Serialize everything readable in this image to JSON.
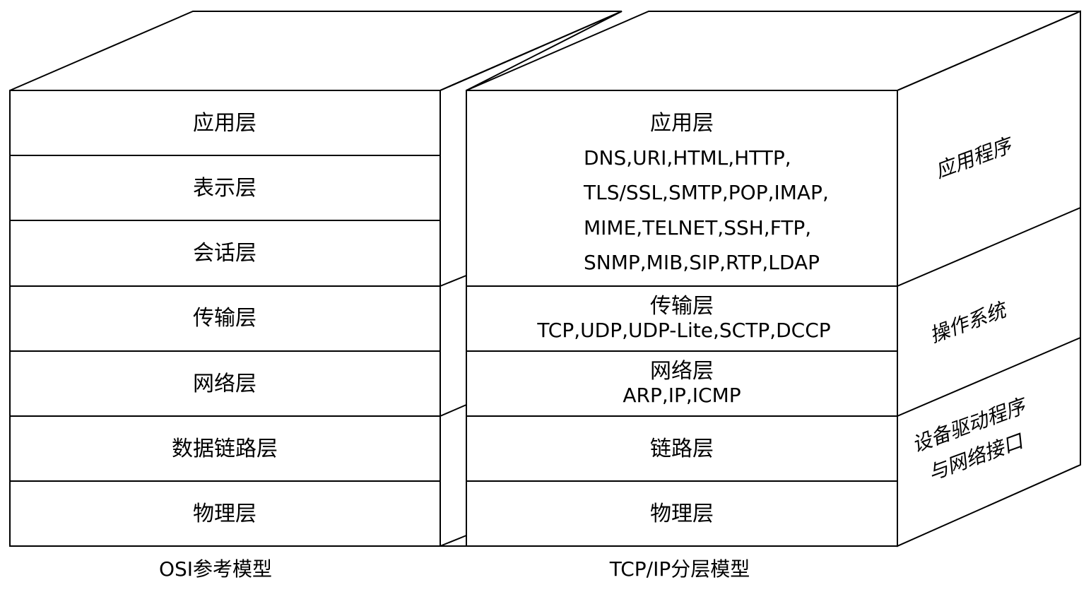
{
  "osi": {
    "caption": "OSI参考模型",
    "layers": [
      "应用层",
      "表示层",
      "会话层",
      "传输层",
      "网络层",
      "数据链路层",
      "物理层"
    ]
  },
  "tcpip": {
    "caption": "TCP/IP分层模型",
    "application": {
      "title": "应用层",
      "protocols": [
        "DNS,URI,HTML,HTTP,",
        "TLS/SSL,SMTP,POP,IMAP,",
        "MIME,TELNET,SSH,FTP,",
        "SNMP,MIB,SIP,RTP,LDAP"
      ]
    },
    "transport": {
      "title": "传输层",
      "protocols": "TCP,UDP,UDP-Lite,SCTP,DCCP"
    },
    "network": {
      "title": "网络层",
      "protocols": "ARP,IP,ICMP"
    },
    "link": {
      "title": "链路层"
    },
    "physical": {
      "title": "物理层"
    }
  },
  "side_labels": {
    "application": "应用程序",
    "os": "操作系统",
    "driver_line1": "设备驱动程序",
    "driver_line2": "与网络接口"
  }
}
